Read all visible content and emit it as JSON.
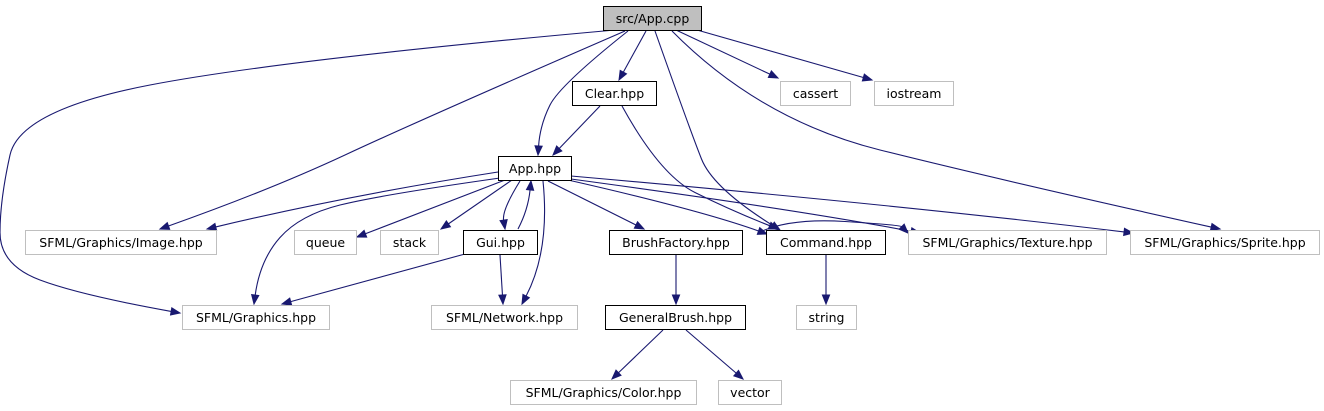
{
  "graph": {
    "colors": {
      "edge": "#191970",
      "root_fill": "#bfbfbf",
      "node_fill": "#ffffff",
      "documented_border": "#000000",
      "undocumented_border": "#bfbfbf"
    },
    "nodes": [
      {
        "id": "src",
        "label": "src/App.cpp",
        "kind": "root"
      },
      {
        "id": "clear",
        "label": "Clear.hpp",
        "kind": "documented"
      },
      {
        "id": "cassert",
        "label": "cassert",
        "kind": "undocumented"
      },
      {
        "id": "iostream",
        "label": "iostream",
        "kind": "undocumented"
      },
      {
        "id": "app",
        "label": "App.hpp",
        "kind": "documented"
      },
      {
        "id": "image",
        "label": "SFML/Graphics/Image.hpp",
        "kind": "undocumented"
      },
      {
        "id": "queue",
        "label": "queue",
        "kind": "undocumented"
      },
      {
        "id": "stack",
        "label": "stack",
        "kind": "undocumented"
      },
      {
        "id": "gui",
        "label": "Gui.hpp",
        "kind": "documented"
      },
      {
        "id": "brushfactory",
        "label": "BrushFactory.hpp",
        "kind": "documented"
      },
      {
        "id": "command",
        "label": "Command.hpp",
        "kind": "documented"
      },
      {
        "id": "texture",
        "label": "SFML/Graphics/Texture.hpp",
        "kind": "undocumented"
      },
      {
        "id": "sprite",
        "label": "SFML/Graphics/Sprite.hpp",
        "kind": "undocumented"
      },
      {
        "id": "graphics",
        "label": "SFML/Graphics.hpp",
        "kind": "undocumented"
      },
      {
        "id": "network",
        "label": "SFML/Network.hpp",
        "kind": "undocumented"
      },
      {
        "id": "generalbrush",
        "label": "GeneralBrush.hpp",
        "kind": "documented"
      },
      {
        "id": "string",
        "label": "string",
        "kind": "undocumented"
      },
      {
        "id": "color",
        "label": "SFML/Graphics/Color.hpp",
        "kind": "undocumented"
      },
      {
        "id": "vector",
        "label": "vector",
        "kind": "undocumented"
      }
    ],
    "edges": [
      {
        "from": "src",
        "to": "graphics"
      },
      {
        "from": "src",
        "to": "image"
      },
      {
        "from": "src",
        "to": "app"
      },
      {
        "from": "src",
        "to": "clear"
      },
      {
        "from": "src",
        "to": "command"
      },
      {
        "from": "src",
        "to": "sprite"
      },
      {
        "from": "src",
        "to": "cassert"
      },
      {
        "from": "src",
        "to": "iostream"
      },
      {
        "from": "clear",
        "to": "app"
      },
      {
        "from": "clear",
        "to": "command"
      },
      {
        "from": "app",
        "to": "image"
      },
      {
        "from": "app",
        "to": "queue"
      },
      {
        "from": "app",
        "to": "stack"
      },
      {
        "from": "app",
        "to": "gui"
      },
      {
        "from": "app",
        "to": "brushfactory"
      },
      {
        "from": "app",
        "to": "command"
      },
      {
        "from": "app",
        "to": "texture"
      },
      {
        "from": "app",
        "to": "sprite"
      },
      {
        "from": "app",
        "to": "graphics"
      },
      {
        "from": "app",
        "to": "network"
      },
      {
        "from": "gui",
        "to": "app"
      },
      {
        "from": "gui",
        "to": "graphics"
      },
      {
        "from": "gui",
        "to": "network"
      },
      {
        "from": "command",
        "to": "texture"
      },
      {
        "from": "command",
        "to": "string"
      },
      {
        "from": "brushfactory",
        "to": "generalbrush"
      },
      {
        "from": "generalbrush",
        "to": "color"
      },
      {
        "from": "generalbrush",
        "to": "vector"
      }
    ]
  }
}
